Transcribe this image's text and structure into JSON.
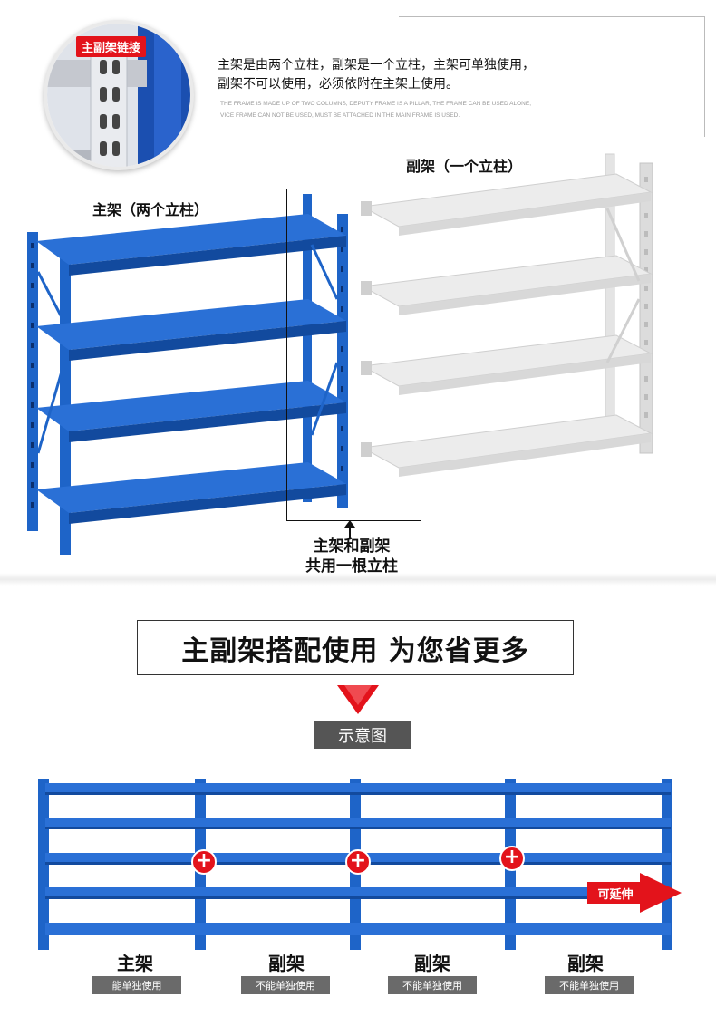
{
  "circle_tag": "主副架链接",
  "description": {
    "line1": "主架是由两个立柱，副架是一个立柱，主架可单独使用，",
    "line2": "副架不可以使用，必须依附在主架上使用。",
    "en_line1": "THE FRAME IS MADE UP OF TWO COLUMNS, DEPUTY FRAME IS A PILLAR, THE FRAME CAN BE USED ALONE,",
    "en_line2": "VICE FRAME CAN NOT BE USED, MUST BE ATTACHED IN THE MAIN FRAME IS USED."
  },
  "labels": {
    "main_frame": "主架（两个立柱）",
    "sub_frame": "副架（一个立柱）",
    "shared_line1": "主架和副架",
    "shared_line2": "共用一根立柱"
  },
  "headline": "主副架搭配使用 为您省更多",
  "diagram_tag": "示意图",
  "extend_label": "可延伸",
  "columns": [
    {
      "name": "主架",
      "tag": "能单独使用"
    },
    {
      "name": "副架",
      "tag": "不能单独使用"
    },
    {
      "name": "副架",
      "tag": "不能单独使用"
    },
    {
      "name": "副架",
      "tag": "不能单独使用"
    }
  ],
  "colors": {
    "blue": "#1e64c8",
    "blue_dark": "#124a9e",
    "grey_shelf": "#e2e2e2",
    "red": "#e3131b"
  }
}
